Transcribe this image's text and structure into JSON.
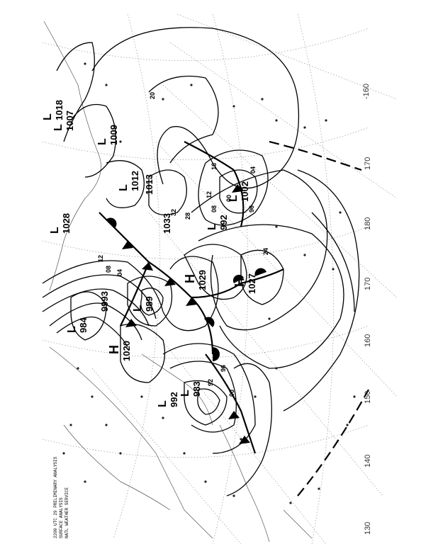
{
  "map": {
    "caption_lines": [
      "2200 UTC 29 PRELIMINARY ANALYSIS",
      "SURFACE ANALYSIS",
      "NATL WEATHER SERVICE"
    ],
    "longitude_labels": [
      "-160",
      "170",
      "180",
      "170",
      "160",
      "150",
      "140",
      "130"
    ],
    "pressure_centers": [
      {
        "type": "L",
        "value": "1018",
        "rot": true
      },
      {
        "type": "L",
        "value": "1007",
        "rot": true
      },
      {
        "type": "L",
        "value": "1009",
        "rot": true
      },
      {
        "type": "L",
        "value": "1012",
        "rot": true
      },
      {
        "type": "L",
        "value": "1013",
        "rot": true
      },
      {
        "type": "L",
        "value": "1033",
        "rot": true
      },
      {
        "type": "L",
        "value": "1028",
        "rot": true
      },
      {
        "type": "L",
        "value": "1002",
        "rot": true
      },
      {
        "type": "L",
        "value": "992",
        "rot": true
      },
      {
        "type": "H",
        "value": "1029",
        "rot": true
      },
      {
        "type": "H",
        "value": "1027",
        "rot": true
      },
      {
        "type": "L",
        "value": "984",
        "rot": true
      },
      {
        "type": "L",
        "value": "9993",
        "rot": true
      },
      {
        "type": "L",
        "value": "989",
        "rot": true
      },
      {
        "type": "H",
        "value": "1020",
        "rot": true
      },
      {
        "type": "L",
        "value": "992",
        "rot": true
      },
      {
        "type": "L",
        "value": "983",
        "rot": true
      }
    ],
    "isobar_labels": [
      "20",
      "16",
      "12",
      "08",
      "04",
      "00",
      "96",
      "28",
      "24",
      "32",
      "12",
      "08",
      "04",
      "00",
      "96",
      "92"
    ],
    "accent_color": "#000000"
  }
}
